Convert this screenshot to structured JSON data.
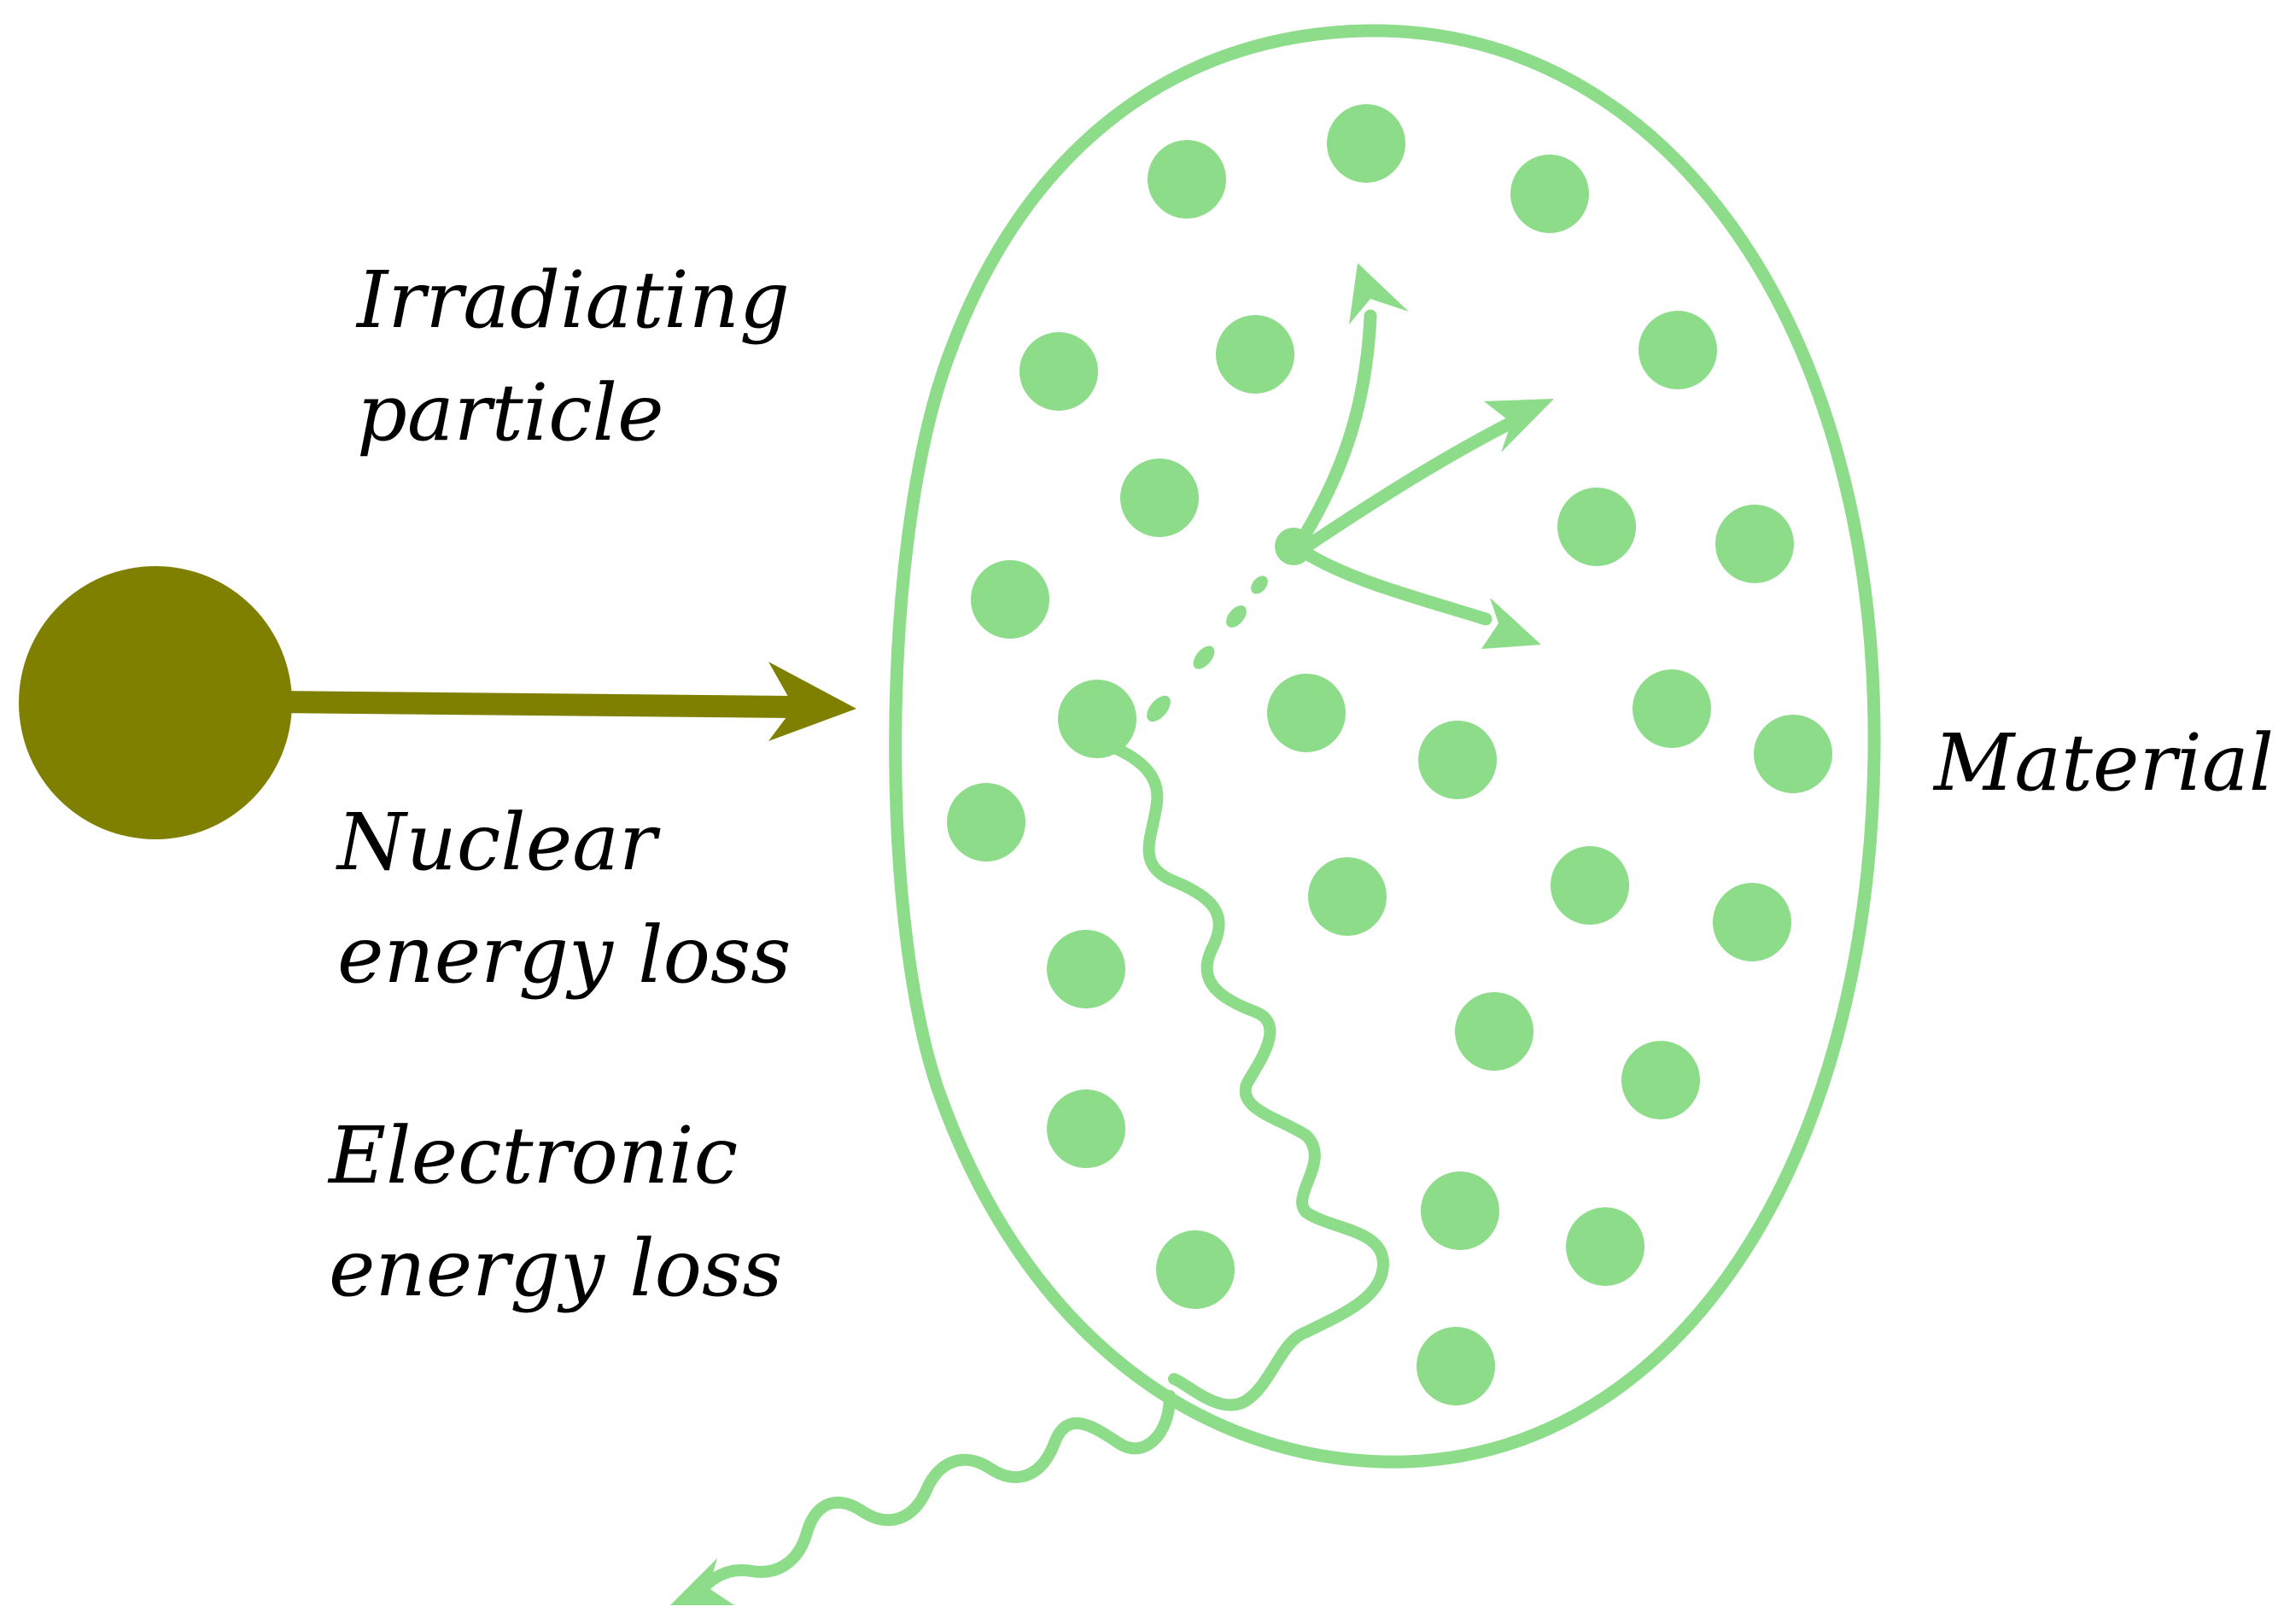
{
  "colors": {
    "particle": "#808000",
    "material": "#8ddc8a",
    "background": "#ffffff",
    "text": "#000000"
  },
  "labels": {
    "irradiating_line1": "Irradiating",
    "irradiating_line2": "particle",
    "nuclear_line1": "Nuclear",
    "nuclear_line2": "energy loss",
    "electronic_line1": "Electronic",
    "electronic_line2": "energy loss",
    "material": "Material"
  },
  "icons": {
    "particle": "particle-circle",
    "incident_arrow": "incident-arrow",
    "material_boundary": "material-ellipse",
    "atoms": "lattice-atoms",
    "cascade": "collision-cascade-arrows",
    "radiation": "emitted-radiation-wave"
  }
}
